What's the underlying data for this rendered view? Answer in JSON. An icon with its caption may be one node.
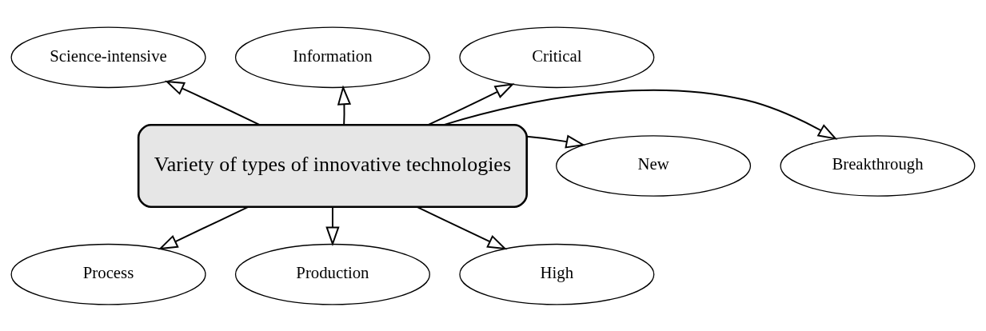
{
  "diagram": {
    "nodes": [
      {
        "text": [
          "Variety of types of innovative technologies"
        ]
      },
      {
        "text": [
          "Science-intensive"
        ]
      },
      {
        "text": [
          "Information"
        ]
      },
      {
        "text": [
          "Critical"
        ]
      },
      {
        "text": [
          "Breakthrough"
        ]
      },
      {
        "text": [
          "New"
        ]
      },
      {
        "text": [
          "Process"
        ]
      },
      {
        "text": [
          "Production"
        ]
      },
      {
        "text": [
          "High"
        ]
      }
    ],
    "edges": [
      {
        "from": 0,
        "to": 1,
        "arrow": "to"
      },
      {
        "from": 0,
        "to": 2,
        "arrow": "to"
      },
      {
        "from": 0,
        "to": 3,
        "arrow": "to"
      },
      {
        "from": 0,
        "to": 4,
        "arrow": "to"
      },
      {
        "from": 0,
        "to": 5,
        "arrow": "to"
      },
      {
        "from": 0,
        "to": 6,
        "arrow": "to"
      },
      {
        "from": 0,
        "to": 7,
        "arrow": "to"
      },
      {
        "from": 0,
        "to": 8,
        "arrow": "to"
      }
    ]
  }
}
